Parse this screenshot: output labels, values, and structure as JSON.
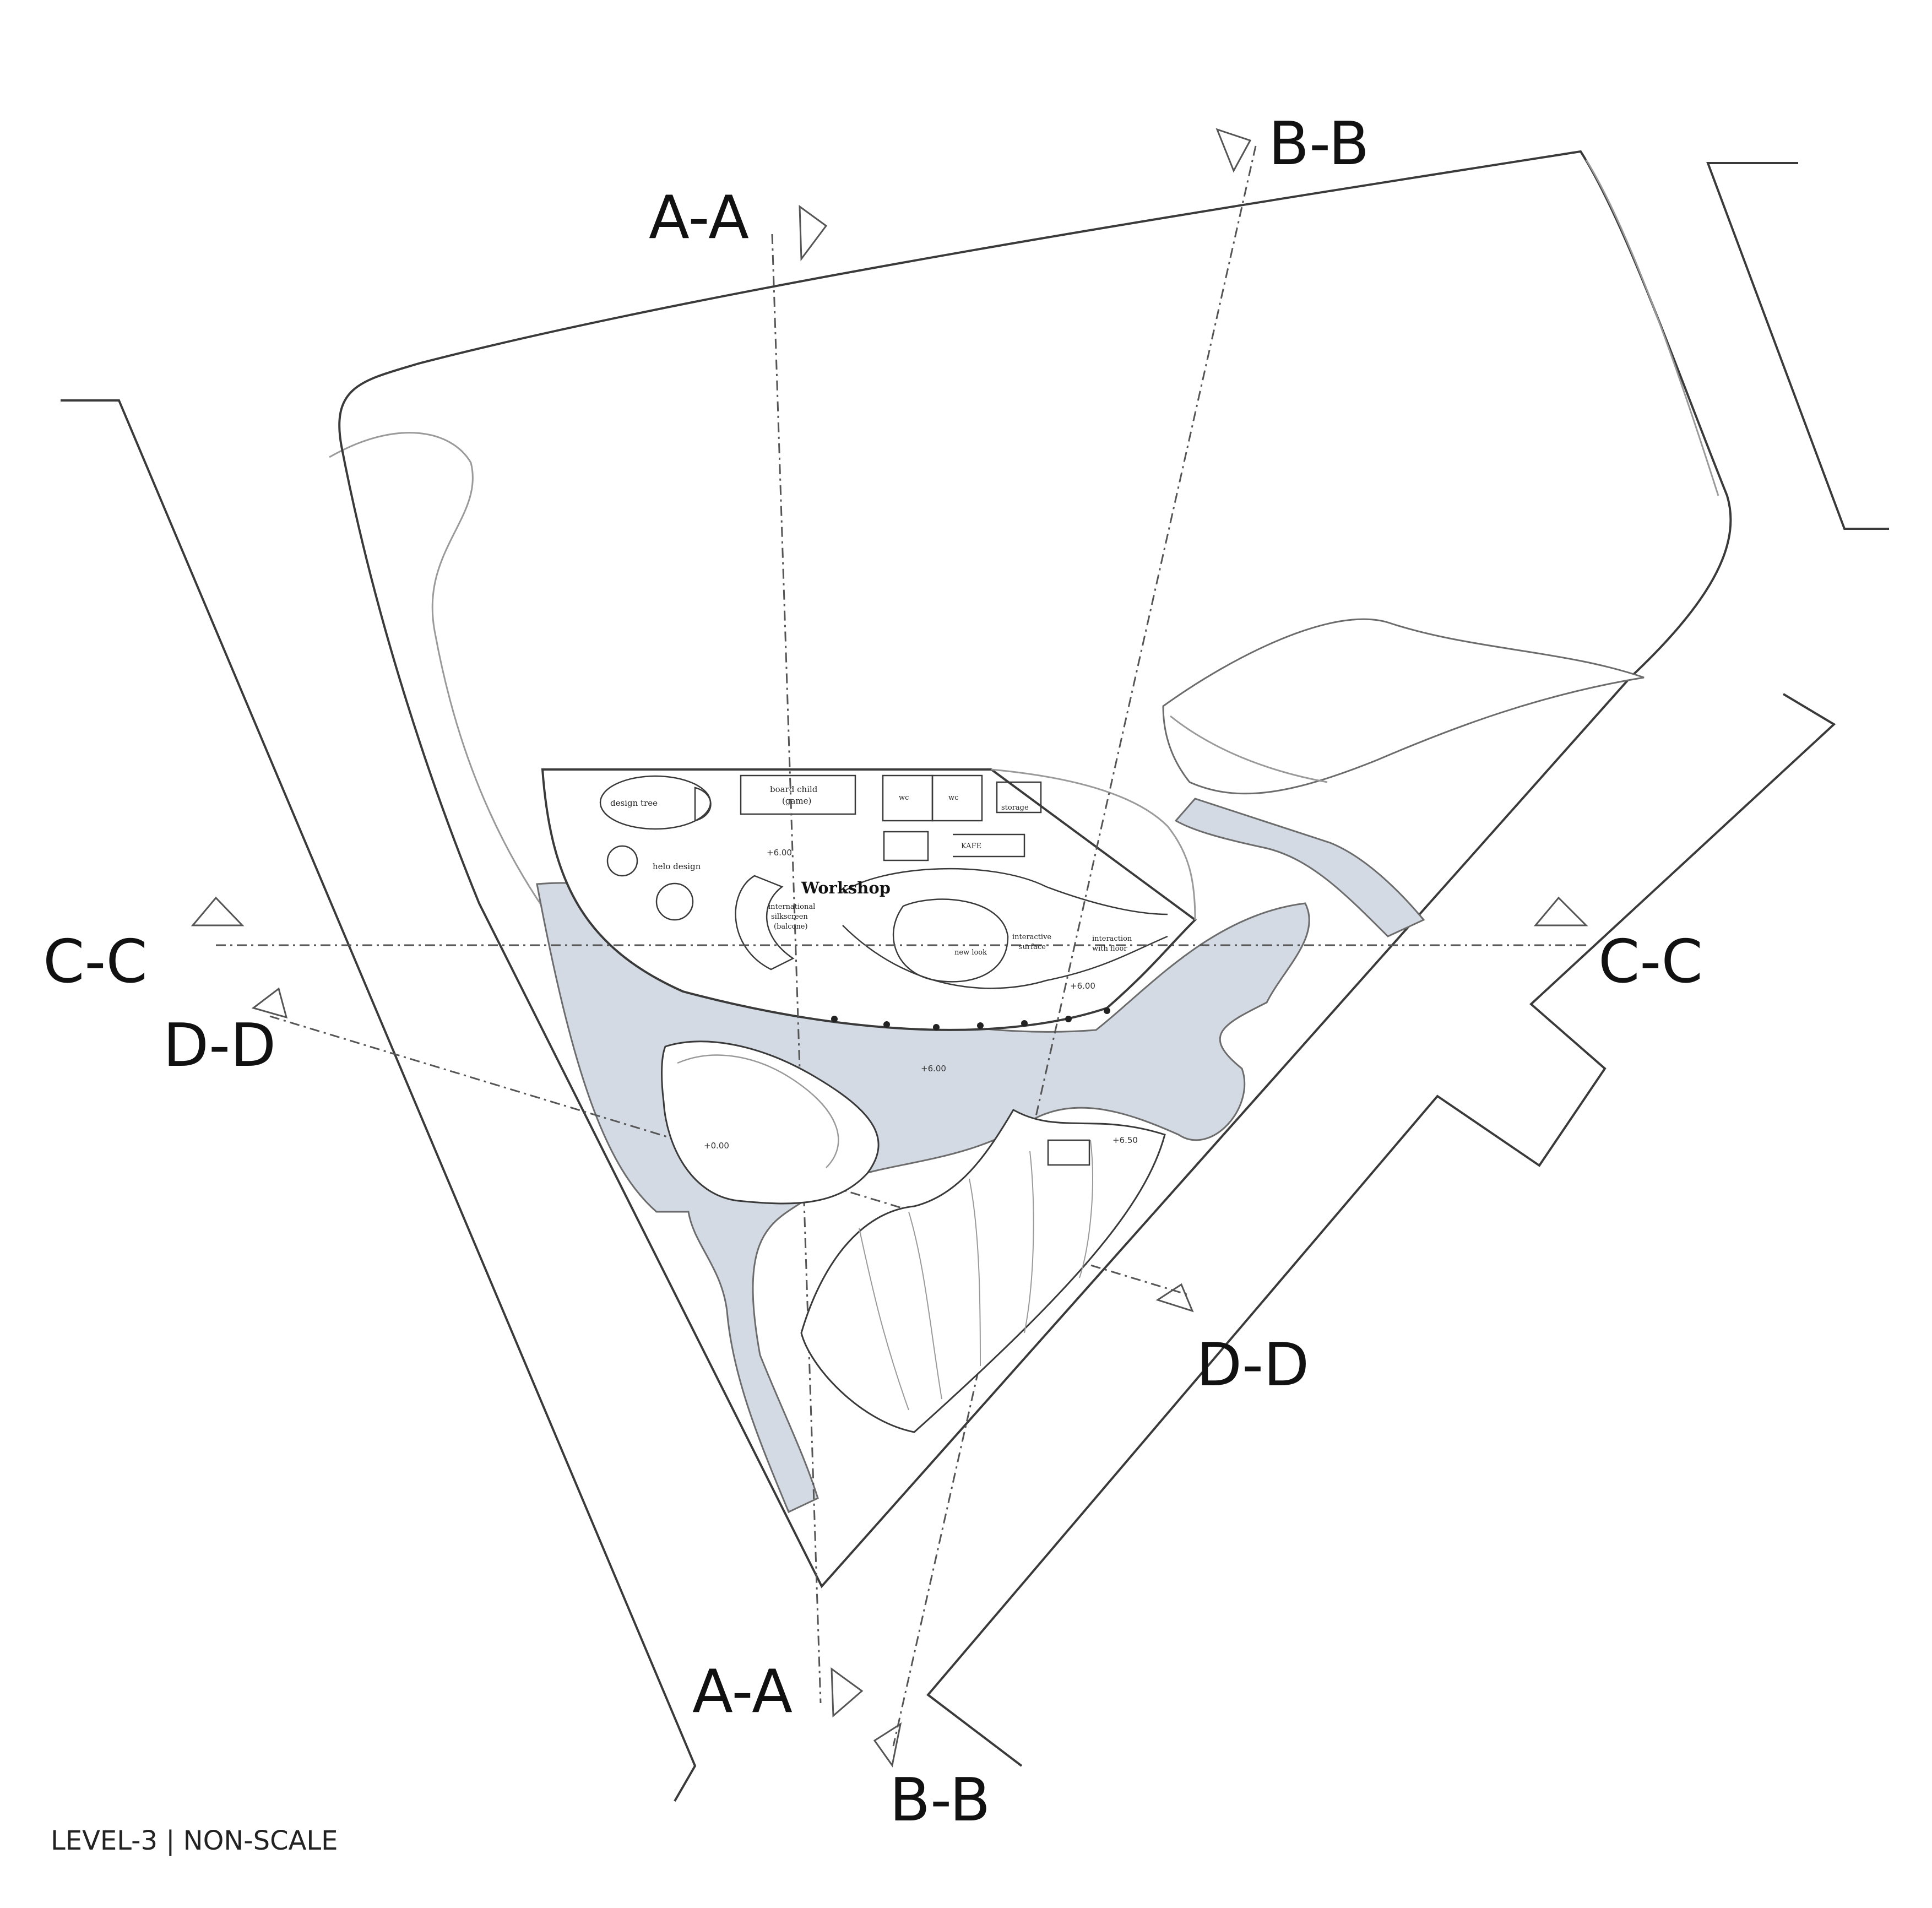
{
  "section_markers": {
    "aa_top": "A-A",
    "aa_bottom": "A-A",
    "bb_top": "B-B",
    "bb_bottom": "B-B",
    "cc_left": "C-C",
    "cc_right": "C-C",
    "dd_left": "D-D",
    "dd_right": "D-D"
  },
  "rooms": {
    "workshop": "Workshop",
    "design_tree": "design tree",
    "board_child": "board child",
    "board_child_sub": "(game)",
    "wc_1": "wc",
    "wc_2": "wc",
    "storage": "storage",
    "kafe": "KAFE",
    "helo_design": "helo design",
    "international": "international",
    "silkscreen": "silkscreen",
    "balcony": "(balcone)",
    "new_look": "new look",
    "interactive_1": "interactive",
    "interactive_2": "surface",
    "interaction_1": "interaction",
    "interaction_2": "with floor"
  },
  "levels": {
    "ws_level": "+6.00",
    "floor_level": "+6.00",
    "pit_level": "+0.00",
    "ramp_level": "+6.00",
    "east_level": "+6.50"
  },
  "caption": "LEVEL-3 | NON-SCALE",
  "colors": {
    "line": "#3a3a3a",
    "light_line": "#9a9a9a",
    "fill_blue": "#d3dae3"
  }
}
